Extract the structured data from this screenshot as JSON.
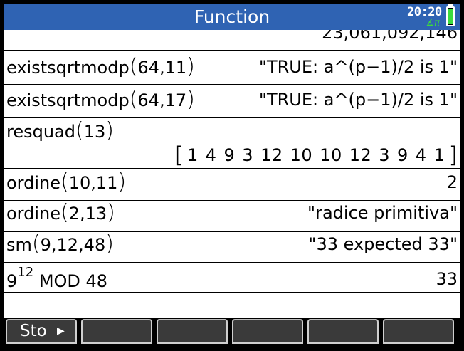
{
  "titlebar": {
    "title": "Function",
    "clock": "20:20",
    "angle_mode": "∡π",
    "battery_level": 1.0,
    "color": "#2f63b3"
  },
  "history": [
    {
      "input": "",
      "result": "23,061,092,146"
    },
    {
      "input_fn": "existsqrtmodp",
      "input_args": "64,11",
      "result": "\"TRUE: a^(p−1)/2 is 1\""
    },
    {
      "input_fn": "existsqrtmodp",
      "input_args": "64,17",
      "result": "\"TRUE: a^(p−1)/2 is 1\""
    },
    {
      "input_fn": "resquad",
      "input_args": "13",
      "result_vector": [
        "1",
        "4",
        "9",
        "3",
        "12",
        "10",
        "10",
        "12",
        "3",
        "9",
        "4",
        "1"
      ]
    },
    {
      "input_fn": "ordine",
      "input_args": "10,11",
      "result": "2"
    },
    {
      "input_fn": "ordine",
      "input_args": "2,13",
      "result": "\"radice primitiva\""
    },
    {
      "input_fn": "sm",
      "input_args": "9,12,48",
      "result": "\"33 expected 33\""
    },
    {
      "input_base": "9",
      "input_exp": "12",
      "input_tail": "MOD 48",
      "result": "33"
    }
  ],
  "entry_line": {
    "value": ""
  },
  "softmenu": [
    {
      "label": "Sto",
      "icon": "triangle-right-icon"
    },
    {
      "label": ""
    },
    {
      "label": ""
    },
    {
      "label": ""
    },
    {
      "label": ""
    },
    {
      "label": ""
    }
  ]
}
